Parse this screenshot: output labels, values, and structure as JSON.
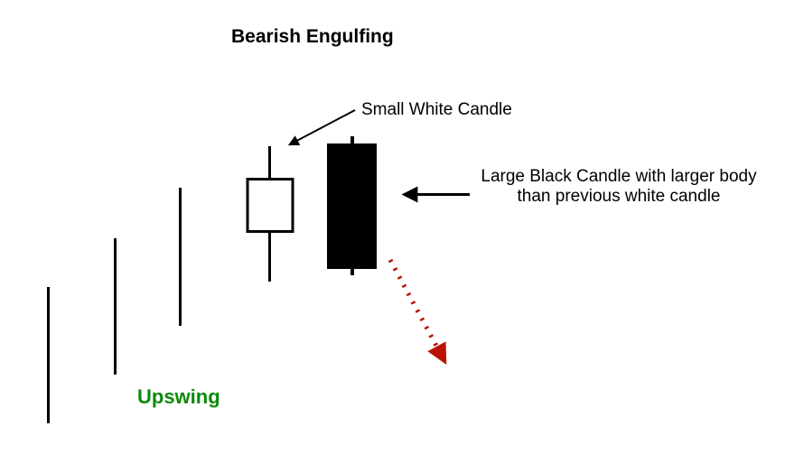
{
  "title": "Bearish Engulfing",
  "labels": {
    "small_white_candle": "Small White Candle",
    "large_black_candle_line1": "Large Black Candle with larger body",
    "large_black_candle_line2": "than previous white candle",
    "upswing": "Upswing"
  },
  "diagram": {
    "pattern_name": "Bearish Engulfing",
    "elements": [
      "three rising price bars forming an upswing",
      "small white candle with upper and lower wicks",
      "large black candle engulfing the white candle body",
      "dotted red arrow indicating downward move"
    ],
    "icons": [
      "down-left-arrow-icon",
      "left-arrow-icon",
      "down-right-dotted-arrow-icon"
    ]
  },
  "colors": {
    "background": "#ffffff",
    "ink": "#000000",
    "candle_white_fill": "#ffffff",
    "candle_black_fill": "#000000",
    "upswing_green": "#0b8a0b",
    "trend_arrow_red": "#bb1100"
  }
}
